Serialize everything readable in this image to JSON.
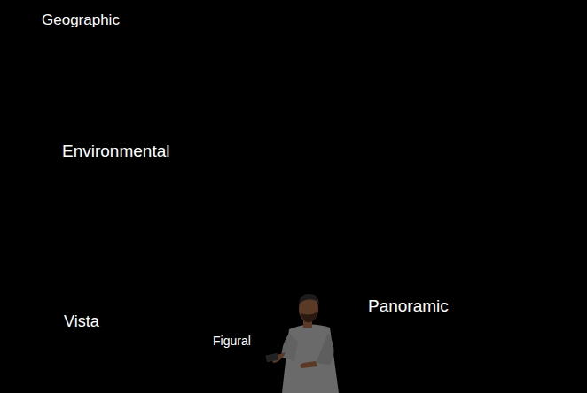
{
  "diagram": {
    "nodes": [
      {
        "text": [
          "Geographic"
        ]
      },
      {
        "text": [
          "Environmental"
        ],
        "in": 0
      },
      {
        "text": [
          "Panoramic"
        ],
        "in": 1
      },
      {
        "text": [
          "Vista"
        ],
        "in": 2
      },
      {
        "text": [
          "Figural"
        ],
        "in": 2
      }
    ]
  }
}
